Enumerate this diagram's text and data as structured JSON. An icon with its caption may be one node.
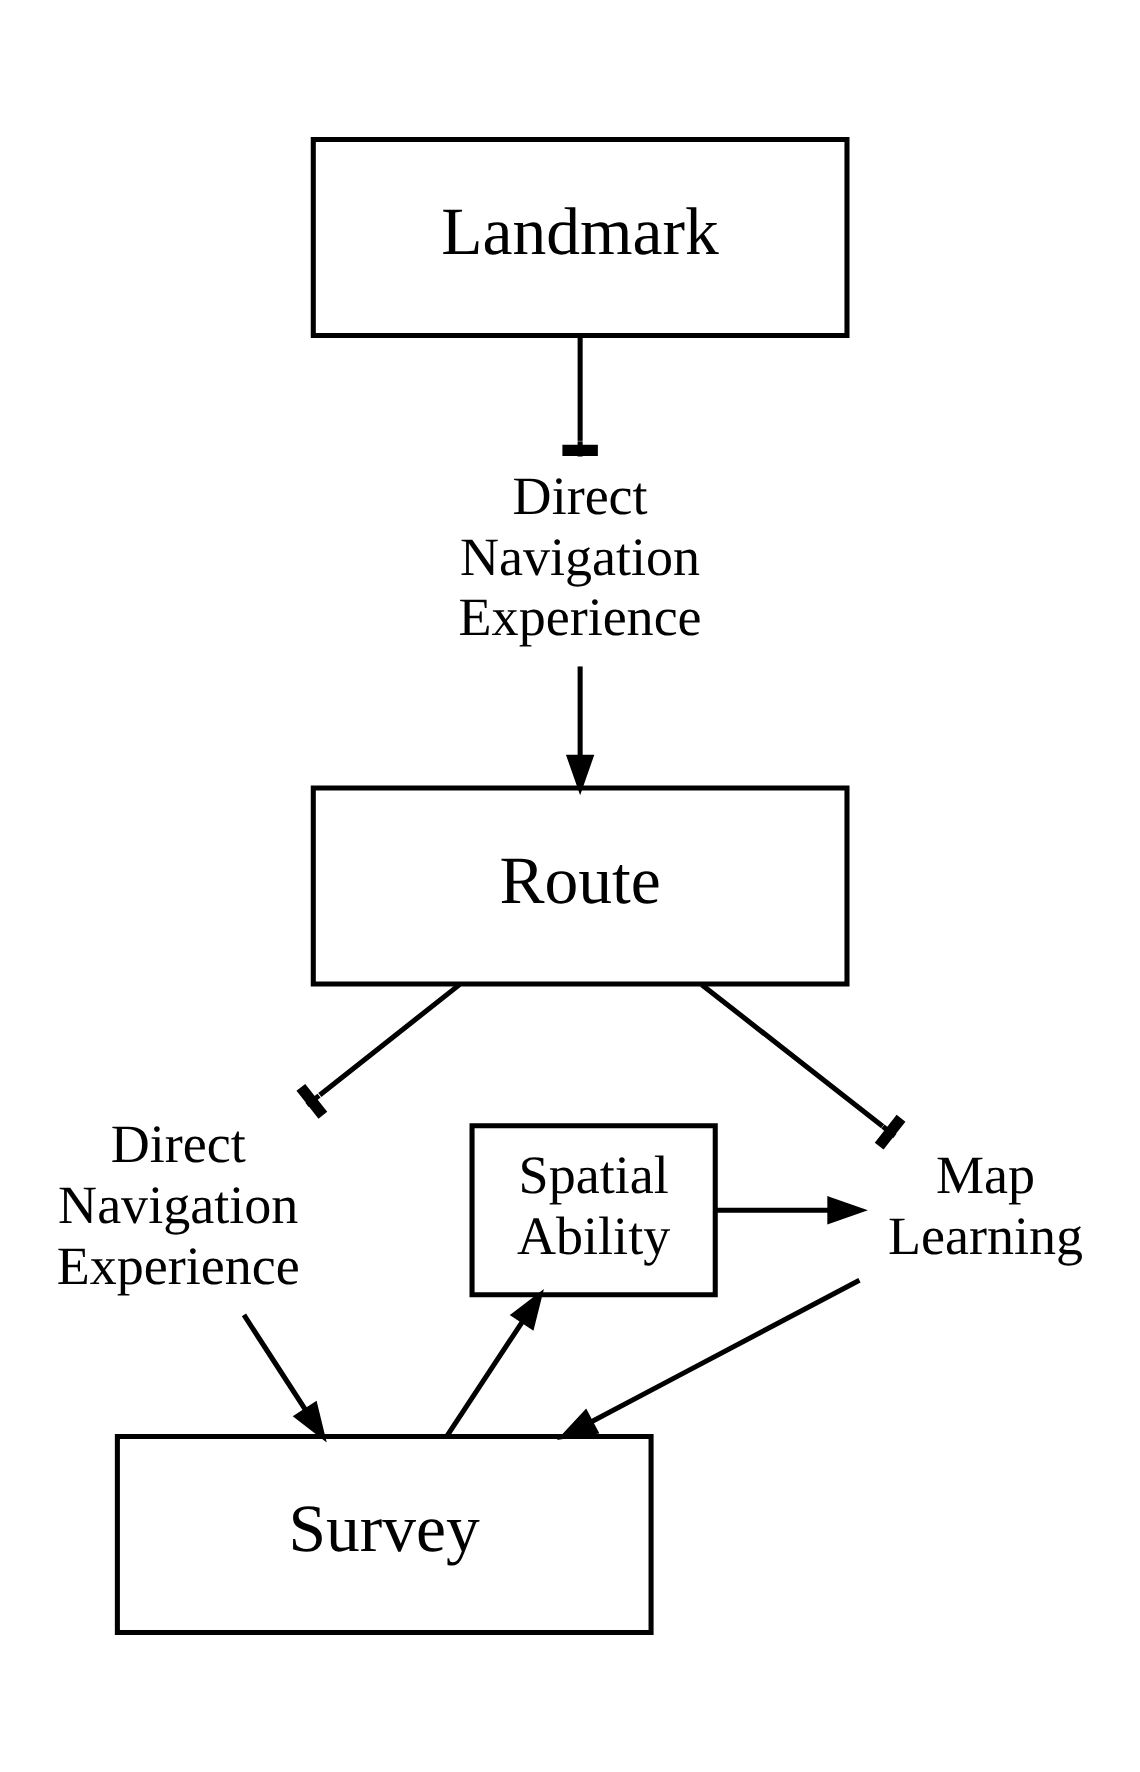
{
  "diagram": {
    "nodes": [
      {
        "text": [
          "Landmark"
        ]
      },
      {
        "text": [
          "Direct Navigation Experience"
        ]
      },
      {
        "text": [
          "Route"
        ]
      },
      {
        "text": [
          "Spatial Ability"
        ]
      },
      {
        "text": [
          "Map Learning"
        ]
      },
      {
        "text": [
          "Direct Navigation Experience"
        ]
      },
      {
        "text": [
          "Survey"
        ]
      }
    ],
    "edges": [
      {
        "from": 0,
        "to": 1,
        "arrow": "other"
      },
      {
        "from": 1,
        "to": 2,
        "arrow": "to"
      },
      {
        "from": 2,
        "to": 4,
        "arrow": "other"
      },
      {
        "from": 2,
        "to": 5,
        "arrow": "other"
      },
      {
        "from": 3,
        "to": 4,
        "arrow": "to"
      },
      {
        "from": 4,
        "to": 6,
        "arrow": "to"
      },
      {
        "from": 5,
        "to": 6,
        "arrow": "to"
      },
      {
        "from": 6,
        "to": 3,
        "arrow": "to"
      }
    ]
  }
}
